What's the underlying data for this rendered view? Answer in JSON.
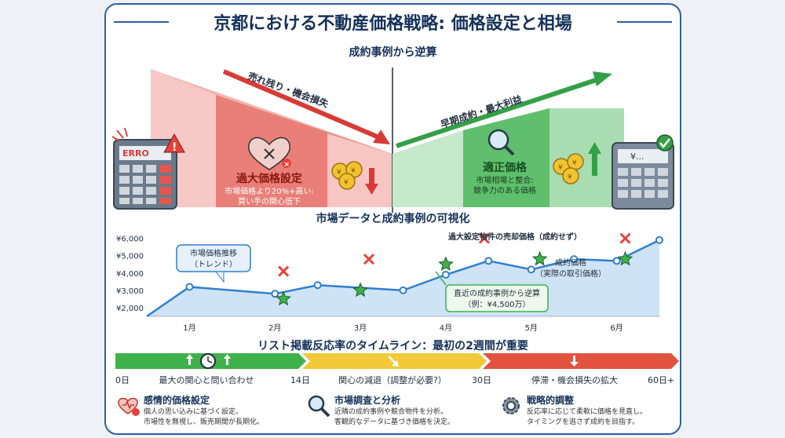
{
  "title": "京都における不動産価格戦略: 価格設定と相場",
  "hero": {
    "heading": "成約事例から逆算",
    "left": {
      "arrow_label": "売れ残り・機会損失",
      "calc_display": "ERRO",
      "title": "過大価格設定",
      "desc1": "市場価格より20%+高い:",
      "desc2": "買い手の関心低下"
    },
    "right": {
      "arrow_label": "早期成約・最大利益",
      "calc_display": "¥...",
      "title": "適正価格",
      "desc1": "市場相場と整合:",
      "desc2": "競争力のある価格"
    },
    "colors": {
      "over": "#e05555",
      "fair": "#3ea64a"
    }
  },
  "chart": {
    "heading": "市場データと成約事例の可視化",
    "chart_data": {
      "type": "line",
      "x": [
        "1月",
        "2月",
        "3月",
        "4月",
        "5月",
        "6月"
      ],
      "y_ticks": [
        "¥2,000",
        "¥3,000",
        "¥4,000",
        "¥5,000",
        "¥6,000"
      ],
      "ylim": [
        1500,
        6300
      ],
      "series": [
        {
          "values_x": [
            0,
            0.5,
            1.5,
            2,
            3,
            3.5,
            4,
            4.5,
            5,
            5.5,
            6
          ],
          "values": [
            1500,
            3200,
            2800,
            3300,
            3000,
            3900,
            4700,
            4200,
            4800,
            4700,
            5900
          ]
        },
        {
          "values_x": [
            1.6,
            2.5,
            3.5,
            4.6,
            5.6
          ],
          "values": [
            2500,
            3000,
            4500,
            4800,
            4800
          ]
        },
        {
          "values_x": [
            1.6,
            2.6,
            3.95,
            5.6
          ],
          "values": [
            4100,
            4800,
            6000,
            6000
          ]
        }
      ],
      "annotations": {
        "trend": [
          "市場価格推移",
          "（トレンド）"
        ],
        "overpriced": "過大設定物件の売却価格（成約せず）",
        "closed": [
          "成約価格",
          "（実際の取引価格）"
        ],
        "recent": [
          "直近の成約事例から逆算",
          "（例：¥4,500万）"
        ]
      }
    }
  },
  "timeline": {
    "heading": "リスト掲載反応率のタイムライン：最初の2週間が重要",
    "segments": [
      {
        "label": "最大の関心と問い合わせ",
        "color": "#3fb24b"
      },
      {
        "label": "関心の減退（調整が必要?）",
        "color": "#f1c93a"
      },
      {
        "label": "停滞・機会損失の拡大",
        "color": "#e2533f"
      }
    ],
    "ticks": [
      "0日",
      "14日",
      "30日",
      "60日+"
    ]
  },
  "bottom": [
    {
      "icon": "heart-broken-icon",
      "title": "感情的価格設定",
      "desc1": "個人の思い込みに基づく設定。",
      "desc2": "市場性を無視し、販売期間が長期化。"
    },
    {
      "icon": "magnifier-icon",
      "title": "市場調査と分析",
      "desc1": "近隣の成約事例や競合物件を分析。",
      "desc2": "客観的なデータに基づき価格を決定。"
    },
    {
      "icon": "gear-icon",
      "title": "戦略的調整",
      "desc1": "反応率に応じて柔軟に価格を見直し。",
      "desc2": "タイミングを逃さず成約を目指す。"
    }
  ]
}
